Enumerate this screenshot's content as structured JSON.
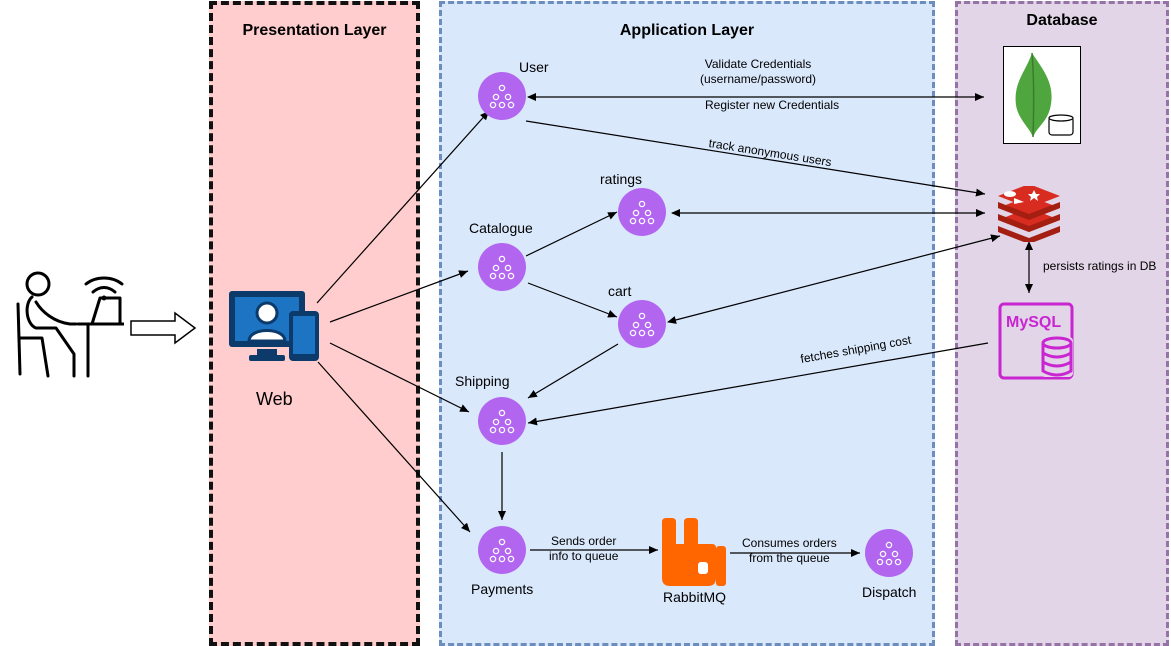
{
  "layers": {
    "presentation": "Presentation Layer",
    "application": "Application Layer",
    "database": "Database"
  },
  "client": {
    "label": "Web"
  },
  "services": {
    "user": "User",
    "ratings": "ratings",
    "catalogue": "Catalogue",
    "cart": "cart",
    "shipping": "Shipping",
    "payments": "Payments",
    "dispatch": "Dispatch"
  },
  "queue": {
    "label": "RabbitMQ"
  },
  "databases": {
    "mysql_label": "MySQL"
  },
  "edges": {
    "validate_line1": "Validate Credentials",
    "validate_line2": "(username/password)",
    "register": "Register new Credentials",
    "track_anonymous": "track anonymous users",
    "persists_ratings": "persists ratings in DB",
    "fetches_shipping": "fetches shipping cost",
    "sends_order_line1": "Sends order",
    "sends_order_line2": "info to queue",
    "consumes_line1": "Consumes orders",
    "consumes_line2": "from the queue"
  },
  "colors": {
    "presentation_bg": "#ffcdcd",
    "application_bg": "#dae8fc",
    "database_bg": "#e1d5e7",
    "service_node": "#b266f0",
    "rabbitmq": "#ff6600",
    "redis": "#d82c20",
    "mongodb": "#4fa63f",
    "mysql": "#c925d1",
    "web_icon": "#1d74c2"
  },
  "icons": [
    "user-at-desk-icon",
    "web-client-icon",
    "mongodb-icon",
    "redis-icon",
    "mysql-icon",
    "rabbitmq-icon",
    "microservice-icon"
  ]
}
